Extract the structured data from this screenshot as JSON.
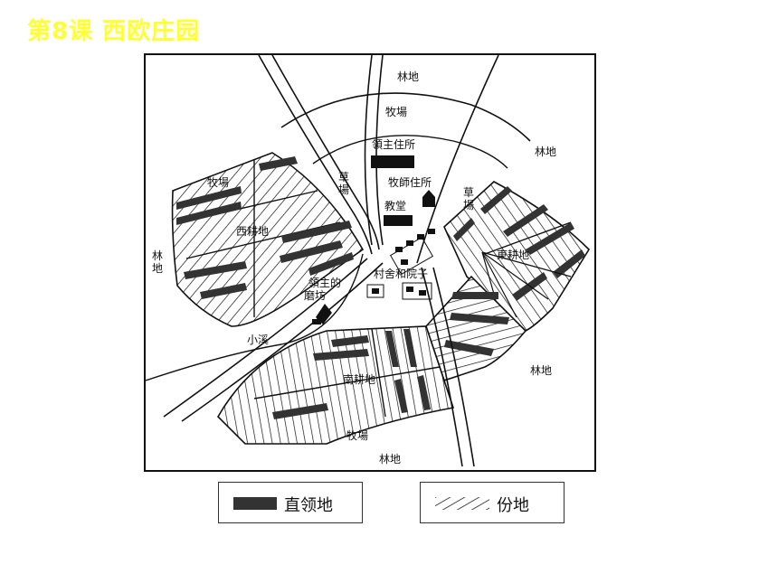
{
  "slide": {
    "title": "第8课  西欧庄园"
  },
  "map": {
    "labels": {
      "forest_top": "林地",
      "pasture_top": "牧場",
      "lord_residence": "領主住所",
      "priest_residence": "牧師住所",
      "church": "教堂",
      "forest_top_right": "林地",
      "meadow_left": "草場",
      "meadow_right": "草場",
      "pasture_left": "牧場",
      "west_field": "西耕地",
      "east_field": "東耕地",
      "village": "村舍和院子",
      "lord_mill_1": "領主的",
      "lord_mill_2": "磨坊",
      "forest_left": "林地",
      "stream": "小溪",
      "south_field": "南耕地",
      "forest_right": "林地",
      "pasture_bottom": "牧場",
      "forest_bottom": "林地"
    }
  },
  "legend": {
    "demesne": "直领地",
    "strip": "份地"
  },
  "colors": {
    "title": "#ffff33",
    "ink": "#111111",
    "demesne_fill": "#333333"
  }
}
